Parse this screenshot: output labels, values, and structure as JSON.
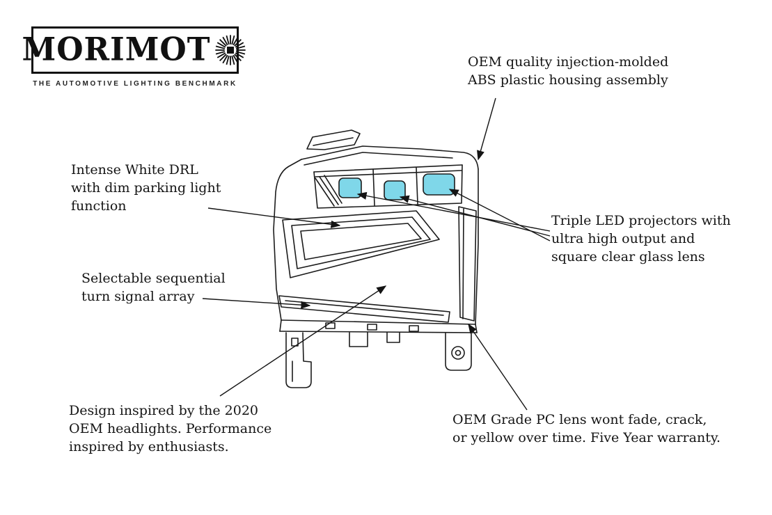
{
  "logo": {
    "wordmark": "MORIMOT",
    "wordmark_final_letter": "O",
    "tagline": "THE AUTOMOTIVE LIGHTING BENCHMARK",
    "sunburst_icon": "sunburst-in-letter-o"
  },
  "colors": {
    "ink": "#141414",
    "projector_cyan": "#7fd7e9",
    "background": "#ffffff"
  },
  "illustration": {
    "subject_icon": "headlight-line-drawing",
    "projector_count": "3"
  },
  "annotations": {
    "housing": {
      "text": "OEM quality injection-molded\nABS plastic housing assembly"
    },
    "drl": {
      "text": "Intense White DRL\nwith dim parking light\nfunction"
    },
    "projectors": {
      "text": "Triple LED projectors with\nultra high output and\nsquare clear glass lens"
    },
    "turn_signal": {
      "text": "Selectable sequential\nturn signal array"
    },
    "design": {
      "text": "Design inspired by the 2020\nOEM headlights. Performance\ninspired by enthusiasts."
    },
    "lens": {
      "text": "OEM Grade PC lens wont fade, crack,\nor yellow over time. Five Year warranty."
    }
  }
}
